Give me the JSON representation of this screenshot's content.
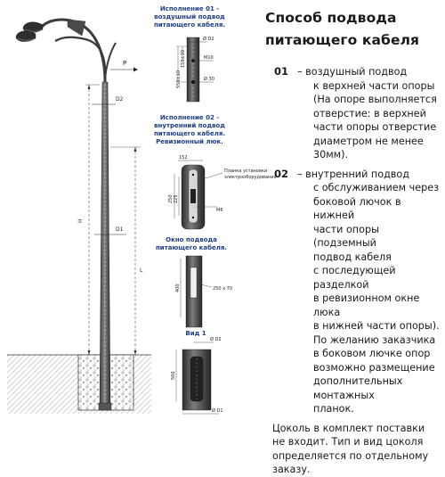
{
  "diagram": {
    "section1": {
      "title_lines": [
        "Исполнение 01 -",
        "воздушный подвод",
        "питающего кабеля."
      ],
      "d2": "Ø D2",
      "dim_150": "150±10",
      "dim_550": "550±10",
      "m10": "M10",
      "d30": "Ø 30"
    },
    "section2": {
      "title_lines": [
        "Исполнение 02 -",
        "внутренний подвод",
        "питающего кабеля.",
        "Ревизионный люк."
      ],
      "dim_152": "152",
      "plank_lines": [
        "Планка установки",
        "электрооборудования"
      ],
      "dim_250": "250",
      "dim_225": "225",
      "m6": "M6"
    },
    "section3": {
      "title_lines": [
        "Окно подвода",
        "питающего кабеля."
      ],
      "dim_400": "400",
      "window": "250 х 70"
    },
    "section4": {
      "title": "Вид 1",
      "d2": "Ø D2",
      "dim_500": "500",
      "d1": "Ø D1"
    },
    "pole": {
      "p_label": "P",
      "d2_label": "D2",
      "d1_label": "D1",
      "h_label": "H",
      "l_label": "L"
    }
  },
  "panel": {
    "title_lines": [
      "Способ подвода",
      "питающего кабеля"
    ],
    "items": [
      {
        "number": "01",
        "first_line": "– воздушный подвод",
        "lines": [
          "к верхней части опоры",
          "(На опоре выполняется",
          "отверстие: в верхней",
          "части опоры отверстие",
          "диаметром не менее",
          "30мм)."
        ]
      },
      {
        "number": "02",
        "first_line": "– внутренний подвод",
        "lines": [
          "с обслуживанием через",
          "боковой лючок в нижней",
          "части опоры (подземный",
          "подвод кабеля",
          "с последующей разделкой",
          "в ревизионном окне люка",
          "в нижней части опоры).",
          "По желанию заказчика",
          "в боковом лючке опор",
          "возможно размещение",
          "дополнительных монтажных",
          "планок."
        ]
      }
    ],
    "note_lines": [
      "Цоколь в комплект поставки",
      "не входит. Тип и вид цоколя",
      "определяется по отдельному",
      "заказу."
    ]
  }
}
